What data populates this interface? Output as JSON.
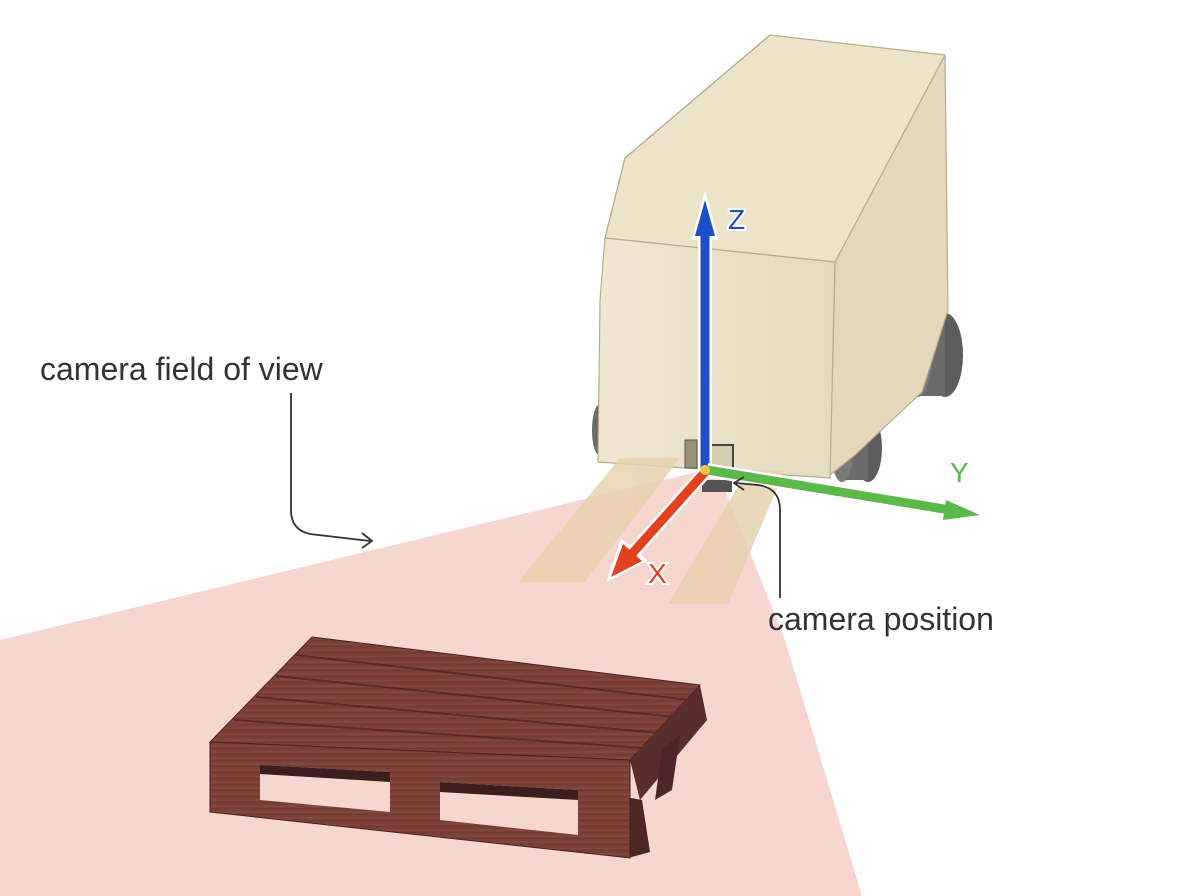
{
  "labels": {
    "fov": "camera field of view",
    "camera_position": "camera position"
  },
  "axes": {
    "x": "X",
    "y": "Y",
    "z": "Z"
  },
  "colors": {
    "axis_x": "#e2401f",
    "axis_y": "#5cb84a",
    "axis_z": "#1f4fc8",
    "fov": "#f8d6d0",
    "forklift_body": "#ede4cd",
    "forklift_outline": "#b8ac8c",
    "fork": "#e6d2ae",
    "wheel": "#5d5d5d",
    "pallet": "#7a4038",
    "pallet_dark": "#55282a",
    "text": "#333333"
  },
  "icons": {
    "fov_pointer": "curved-arrow-icon",
    "camera_pointer": "curved-arrow-icon",
    "camera": "camera-box-icon"
  }
}
